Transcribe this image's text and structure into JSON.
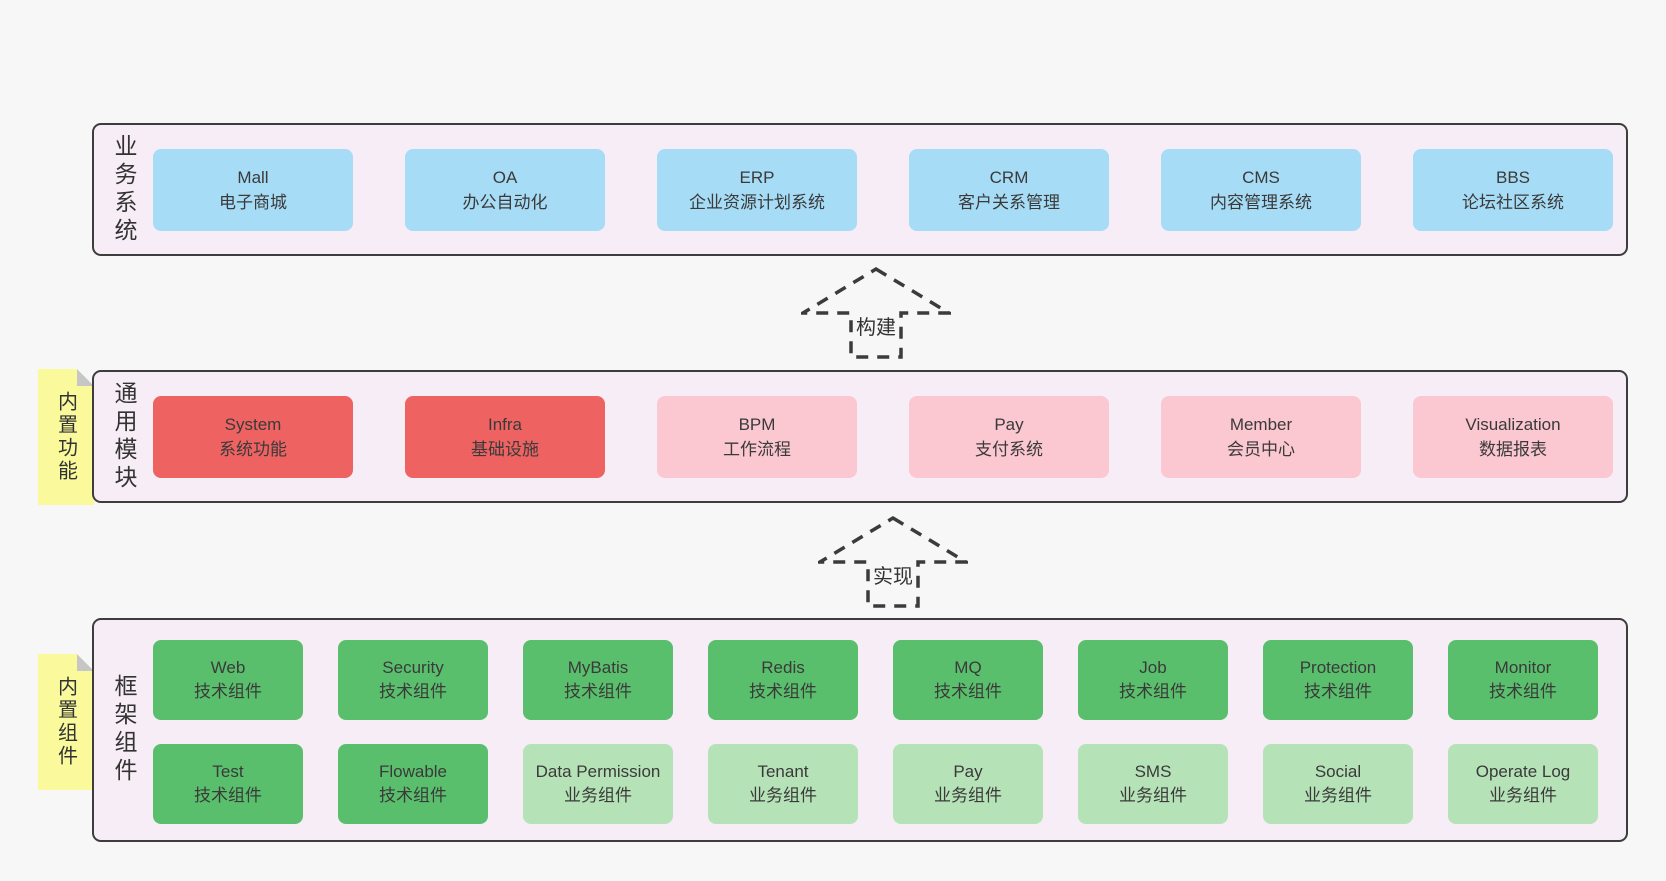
{
  "colors": {
    "page_bg": "#f7f7f7",
    "container_bg": "#f7edf6",
    "container_border": "#3d3d3d",
    "blue_box": "#a7dcf6",
    "red_box": "#ef6262",
    "pink_box": "#fbc7d0",
    "green_box": "#5abf6c",
    "light_green_box": "#b6e2b7",
    "sticky_yellow": "#fafa9d",
    "text": "#3a3a3a"
  },
  "arrows": [
    {
      "label": "构建"
    },
    {
      "label": "实现"
    }
  ],
  "layers": {
    "business": {
      "label": "业务系统",
      "boxes": [
        {
          "name": "Mall",
          "desc": "电子商城"
        },
        {
          "name": "OA",
          "desc": "办公自动化"
        },
        {
          "name": "ERP",
          "desc": "企业资源计划系统"
        },
        {
          "name": "CRM",
          "desc": "客户关系管理"
        },
        {
          "name": "CMS",
          "desc": "内容管理系统"
        },
        {
          "name": "BBS",
          "desc": "论坛社区系统"
        }
      ]
    },
    "modules": {
      "label": "通用模块",
      "sticky": "内置功能",
      "boxes": [
        {
          "name": "System",
          "desc": "系统功能"
        },
        {
          "name": "Infra",
          "desc": "基础设施"
        },
        {
          "name": "BPM",
          "desc": "工作流程"
        },
        {
          "name": "Pay",
          "desc": "支付系统"
        },
        {
          "name": "Member",
          "desc": "会员中心"
        },
        {
          "name": "Visualization",
          "desc": "数据报表"
        }
      ]
    },
    "components": {
      "label": "框架组件",
      "sticky": "内置组件",
      "row1": [
        {
          "name": "Web",
          "desc": "技术组件"
        },
        {
          "name": "Security",
          "desc": "技术组件"
        },
        {
          "name": "MyBatis",
          "desc": "技术组件"
        },
        {
          "name": "Redis",
          "desc": "技术组件"
        },
        {
          "name": "MQ",
          "desc": "技术组件"
        },
        {
          "name": "Job",
          "desc": "技术组件"
        },
        {
          "name": "Protection",
          "desc": "技术组件"
        },
        {
          "name": "Monitor",
          "desc": "技术组件"
        }
      ],
      "row2": [
        {
          "name": "Test",
          "desc": "技术组件"
        },
        {
          "name": "Flowable",
          "desc": "技术组件"
        },
        {
          "name": "Data Permission",
          "desc": "业务组件"
        },
        {
          "name": "Tenant",
          "desc": "业务组件"
        },
        {
          "name": "Pay",
          "desc": "业务组件"
        },
        {
          "name": "SMS",
          "desc": "业务组件"
        },
        {
          "name": "Social",
          "desc": "业务组件"
        },
        {
          "name": "Operate Log",
          "desc": "业务组件"
        }
      ]
    }
  }
}
